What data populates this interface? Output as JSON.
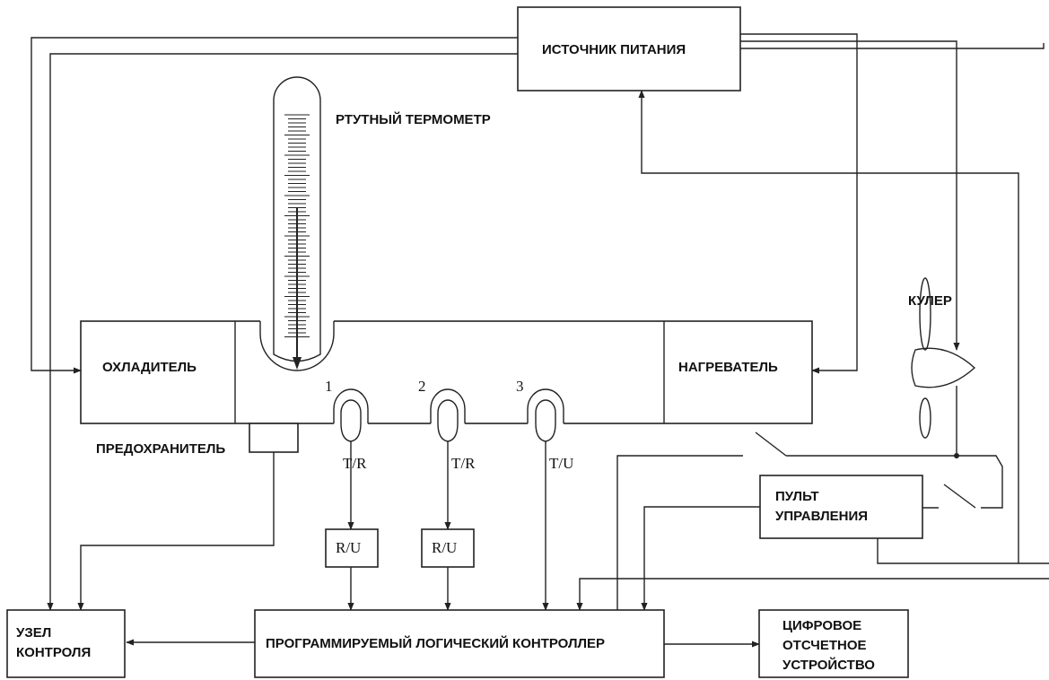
{
  "blocks": {
    "power_supply": "ИСТОЧНИК ПИТАНИЯ",
    "thermometer": "РТУТНЫЙ ТЕРМОМЕТР",
    "cooler_fan": "КУЛЕР",
    "chiller": "ОХЛАДИТЕЛЬ",
    "heater": "НАГРЕВАТЕЛЬ",
    "fuse": "ПРЕДОХРАНИТЕЛЬ",
    "control_panel_l1": "ПУЛЬТ",
    "control_panel_l2": "УПРАВЛЕНИЯ",
    "monitor_l1": "УЗЕЛ",
    "monitor_l2": "КОНТРОЛЯ",
    "plc": "ПРОГРАММИРУЕМЫЙ ЛОГИЧЕСКИЙ КОНТРОЛЛЕР",
    "display_l1": "ЦИФРОВОЕ",
    "display_l2": "ОТСЧЕТНОЕ",
    "display_l3": "УСТРОЙСТВО"
  },
  "sensors": [
    {
      "number": "1",
      "type": "T/R",
      "converter": "R/U"
    },
    {
      "number": "2",
      "type": "T/R",
      "converter": "R/U"
    },
    {
      "number": "3",
      "type": "T/U",
      "converter": ""
    }
  ]
}
